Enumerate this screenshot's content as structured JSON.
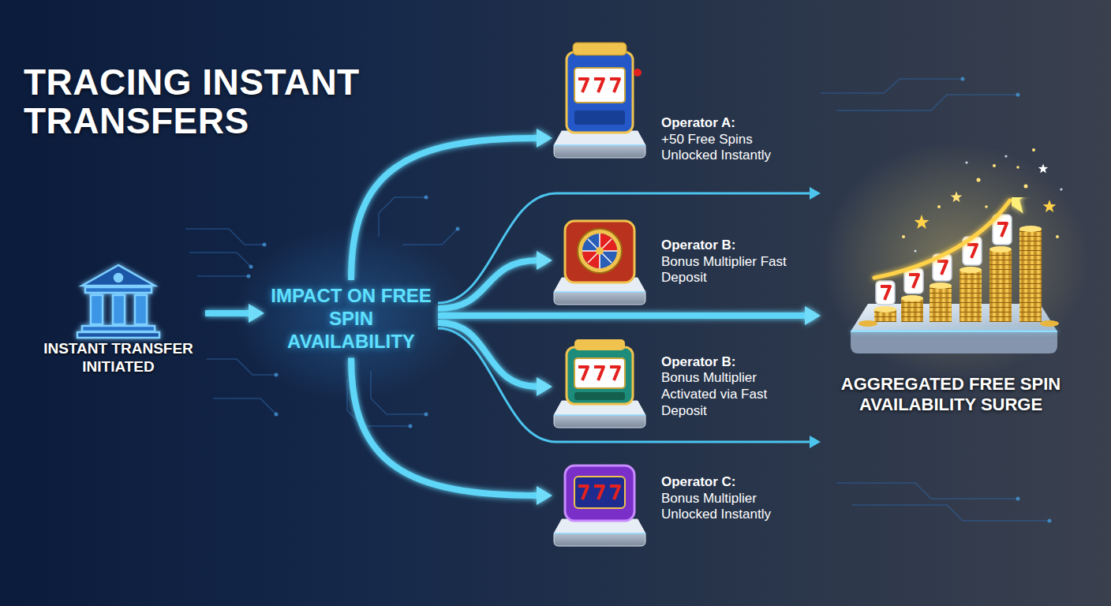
{
  "diagram": {
    "title": "TRACING INSTANT TRANSFERS",
    "nodes": [
      {
        "text": [
          "INSTANT TRANSFER INITIATED"
        ]
      },
      {
        "text": [
          "IMPACT ON FREE SPIN AVAILABILITY"
        ]
      },
      {
        "text": [
          "Operator A:",
          "+50 Free Spins Unlocked Instantly"
        ]
      },
      {
        "text": [
          "Operator B:",
          "Bonus Multiplier Fast Deposit"
        ]
      },
      {
        "text": [
          "Operator B:",
          "Bonus Multiplier Activated via Fast Deposit"
        ]
      },
      {
        "text": [
          "Operator C:",
          "Bonus Multiplier Unlocked Instantly"
        ]
      },
      {
        "text": [
          "AGGREGATED FREE SPIN AVAILABILITY SURGE"
        ]
      }
    ],
    "edges": [
      {
        "from": 0,
        "to": 1,
        "arrow": "to"
      },
      {
        "from": 1,
        "to": 2,
        "arrow": "to"
      },
      {
        "from": 1,
        "to": 6,
        "arrow": "to"
      },
      {
        "from": 1,
        "to": 3,
        "arrow": "to"
      },
      {
        "from": 1,
        "to": 6,
        "arrow": "to"
      },
      {
        "from": 1,
        "to": 4,
        "arrow": "to"
      },
      {
        "from": 1,
        "to": 6,
        "arrow": "to"
      },
      {
        "from": 1,
        "to": 5,
        "arrow": "to"
      }
    ]
  }
}
